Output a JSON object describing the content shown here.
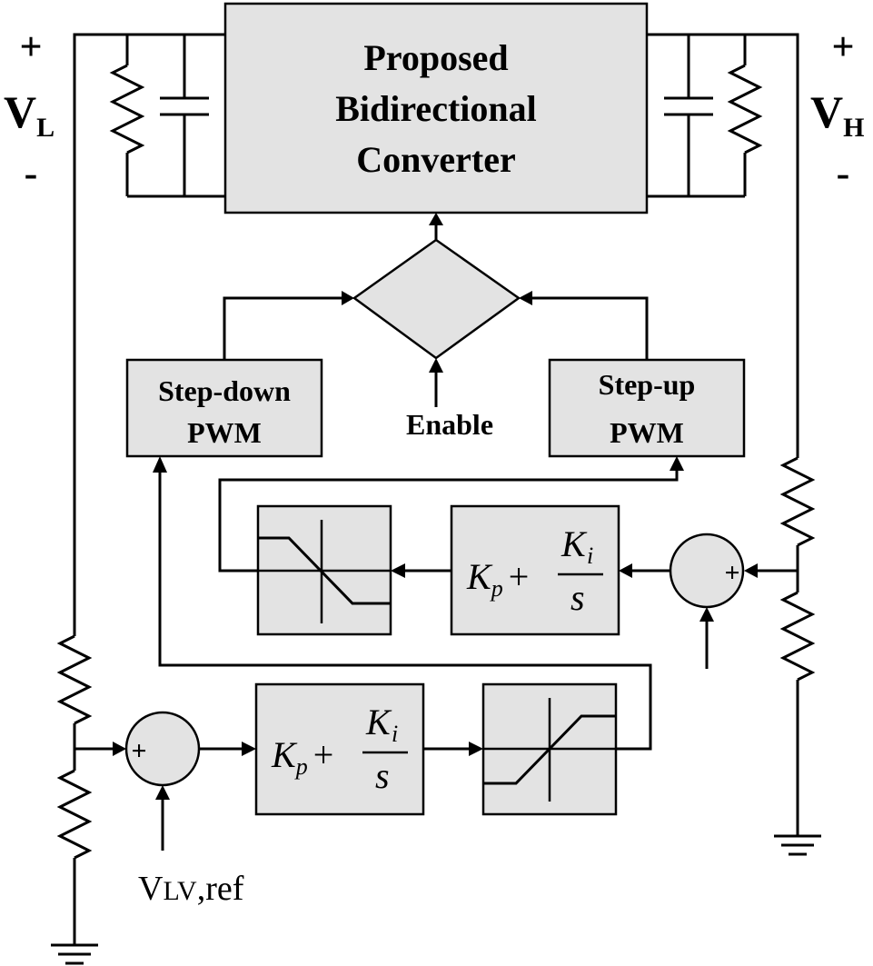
{
  "converter": {
    "title_lines": [
      "Proposed",
      "Bidirectional",
      "Converter"
    ]
  },
  "low_side": {
    "plus": "+",
    "minus": "-",
    "symbol": "V",
    "subscript": "L"
  },
  "high_side": {
    "plus": "+",
    "minus": "-",
    "symbol": "V",
    "subscript": "H"
  },
  "step_down_pwm": {
    "lines": [
      "Step-down",
      "PWM"
    ]
  },
  "step_up_pwm": {
    "lines": [
      "Step-up",
      "PWM"
    ]
  },
  "enable": {
    "label": "Enable"
  },
  "pi_controller": {
    "kp": "K",
    "kp_sub": "p",
    "plus": "+",
    "ki": "K",
    "ki_sub": "i",
    "s": "s"
  },
  "summing_junction": {
    "sign": "+"
  },
  "reference": {
    "main": "V",
    "sub": "LV",
    "suffix": ",ref"
  },
  "icons": [
    "resistor-icon",
    "capacitor-icon",
    "ground-icon",
    "saturation-limiter-icon",
    "summing-junction-icon",
    "logic-diamond-icon"
  ],
  "colors": {
    "block_fill": "#e3e3e3",
    "line": "#000000",
    "background": "#ffffff"
  }
}
